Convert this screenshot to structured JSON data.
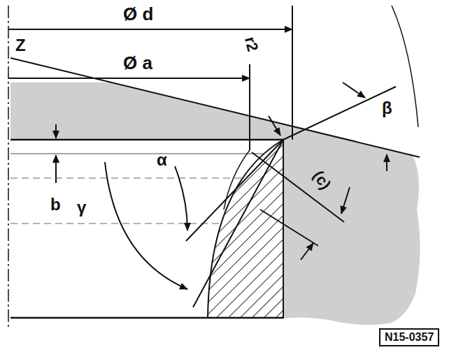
{
  "diagram": {
    "nodes": [
      {
        "text": [
          "N15-0357"
        ]
      }
    ],
    "labels": [
      "Ø d",
      "Z",
      "Ø a",
      "r2",
      "β",
      "b",
      "α",
      "γ",
      "(c)"
    ]
  }
}
